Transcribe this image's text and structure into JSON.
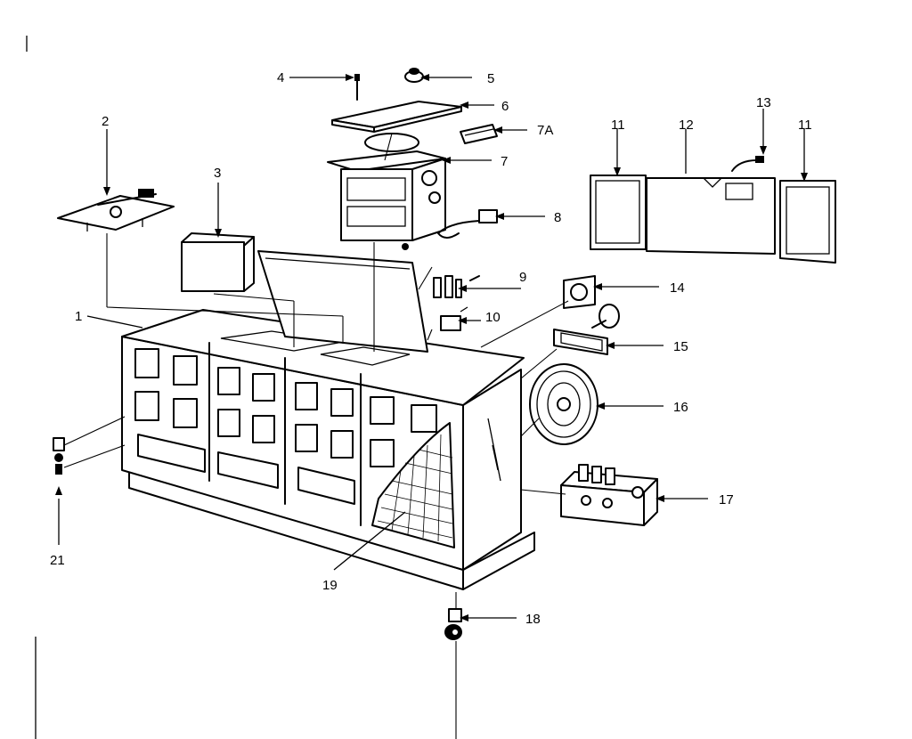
{
  "callouts": {
    "c1": "1",
    "c2": "2",
    "c3": "3",
    "c4": "4",
    "c5": "5",
    "c6": "6",
    "c7a": "7A",
    "c7": "7",
    "c8": "8",
    "c9": "9",
    "c10": "10",
    "c11a": "11",
    "c11b": "11",
    "c12": "12",
    "c13": "13",
    "c14": "14",
    "c15": "15",
    "c16": "16",
    "c17": "17",
    "c18": "18",
    "c19": "19",
    "c21": "21"
  },
  "colors": {
    "ink": "#000000",
    "paper": "#ffffff"
  }
}
